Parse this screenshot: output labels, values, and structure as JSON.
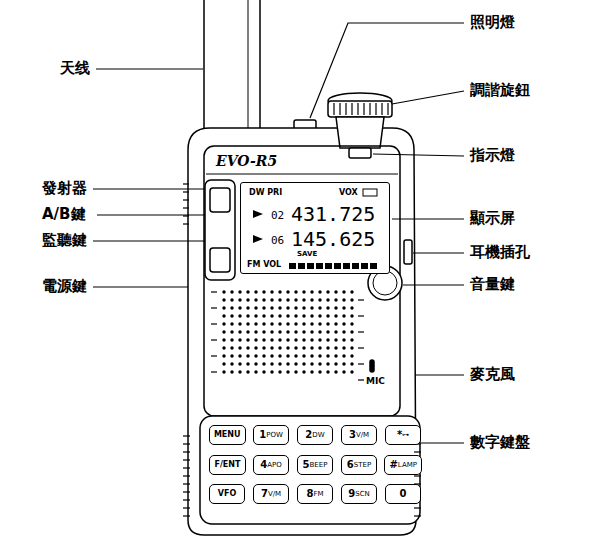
{
  "diagram": {
    "nodes": [
      {
        "text": [
          "DW PRI",
          "VOX",
          "02",
          "431.725",
          "06",
          "145.625",
          "SAVE",
          "FM VOL"
        ]
      },
      {
        "text": [
          "MENU"
        ]
      },
      {
        "text": [
          "1",
          "POW"
        ]
      },
      {
        "text": [
          "2",
          "DW"
        ]
      },
      {
        "text": [
          "3",
          "V/M"
        ]
      },
      {
        "text": [
          "*",
          "⊶"
        ]
      },
      {
        "text": [
          "F/ENT"
        ]
      },
      {
        "text": [
          "4",
          "APO"
        ]
      },
      {
        "text": [
          "5",
          "BEEP"
        ]
      },
      {
        "text": [
          "6",
          "STEP"
        ]
      },
      {
        "text": [
          "#",
          "LAMP"
        ]
      },
      {
        "text": [
          "VFO"
        ]
      },
      {
        "text": [
          "7",
          "V/M"
        ]
      },
      {
        "text": [
          "8",
          "FM"
        ]
      },
      {
        "text": [
          "9",
          "SCN"
        ]
      },
      {
        "text": [
          "0"
        ]
      }
    ],
    "labels": [
      "天线",
      "照明燈",
      "調諧旋鈕",
      "指示燈",
      "發射器",
      "A/B鍵",
      "監聽鍵",
      "顯示屏",
      "耳機插孔",
      "電源鍵",
      "音量鍵",
      "麥克風",
      "數字鍵盤",
      "EVO-R5",
      "MIC"
    ]
  }
}
